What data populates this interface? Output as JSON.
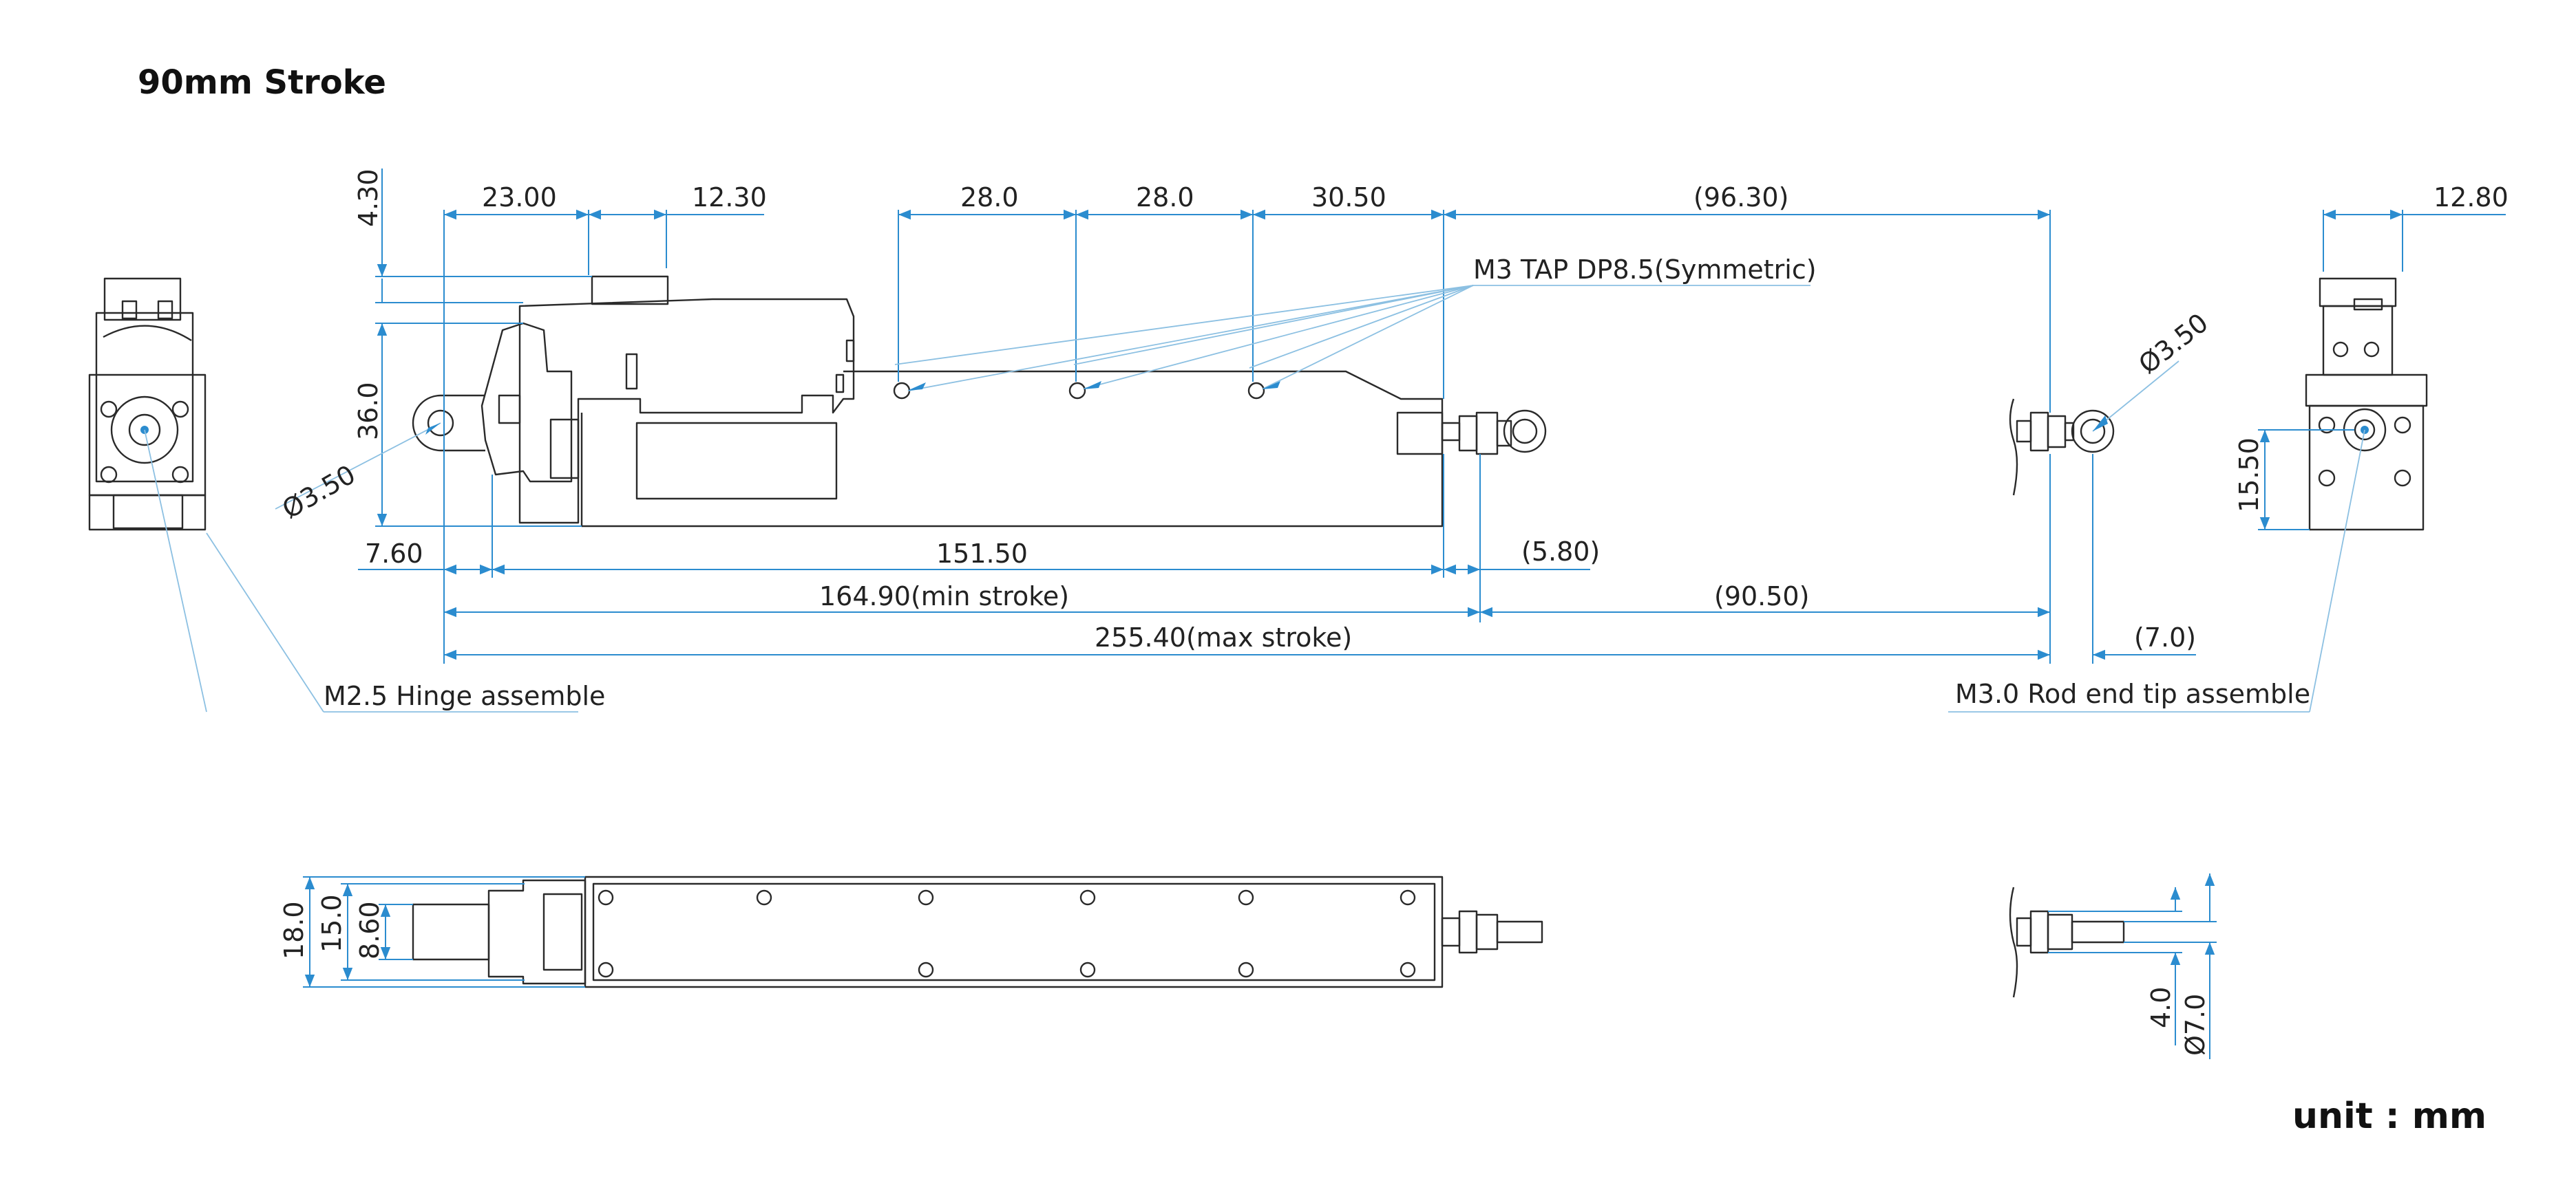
{
  "title": "90mm Stroke",
  "unit_note": "unit : mm",
  "dimensions": {
    "d_4_30": "4.30",
    "d_23_00": "23.00",
    "d_12_30": "12.30",
    "d_28_0_a": "28.0",
    "d_28_0_b": "28.0",
    "d_30_50": "30.50",
    "d_96_30": "(96.30)",
    "d_12_80": "12.80",
    "d_36_0": "36.0",
    "d_dia_3_50_left": "Ø3.50",
    "d_dia_3_50_right": "Ø3.50",
    "d_7_60": "7.60",
    "d_151_50": "151.50",
    "d_5_80": "(5.80)",
    "d_164_90": "164.90(min stroke)",
    "d_90_50": "(90.50)",
    "d_255_40": "255.40(max stroke)",
    "d_7_0": "(7.0)",
    "d_15_50": "15.50",
    "d_18_0": "18.0",
    "d_15_0": "15.0",
    "d_8_60": "8.60",
    "d_4_0": "4.0",
    "d_dia_7_0": "Ø7.0"
  },
  "callouts": {
    "m3_tap": "M3 TAP DP8.5(Symmetric)",
    "hinge": "M2.5 Hinge assemble",
    "rod_end": "M3.0 Rod end tip assemble"
  }
}
